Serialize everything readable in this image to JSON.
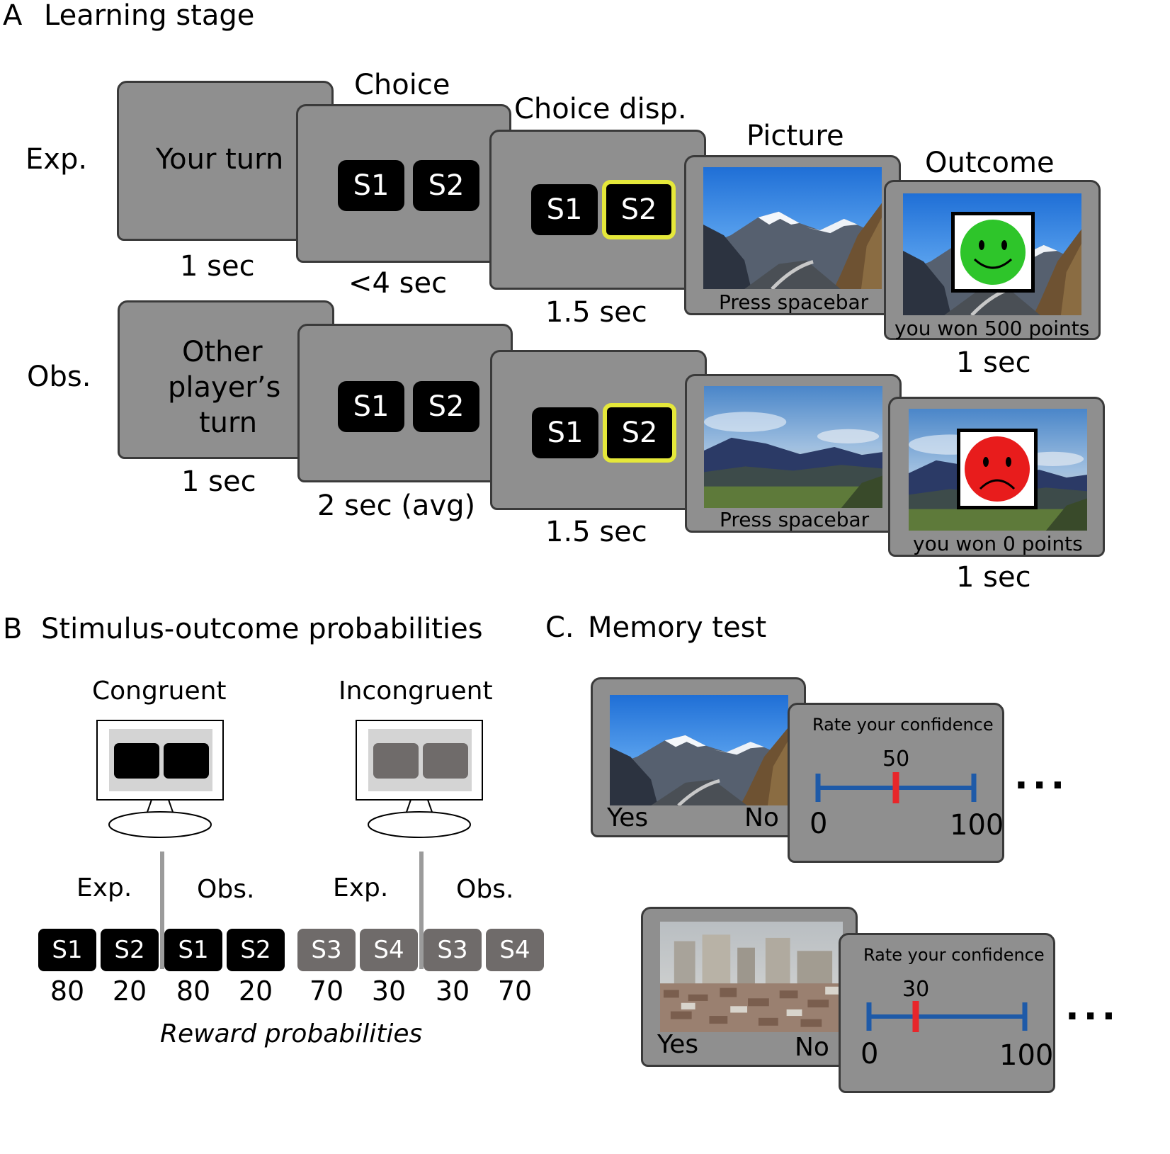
{
  "panels": {
    "a": {
      "letter": "A",
      "title": "Learning stage"
    },
    "b": {
      "letter": "B",
      "title": "Stimulus-outcome probabilities"
    },
    "c": {
      "letter": "C.",
      "title": "Memory test"
    }
  },
  "learning": {
    "row_labels": {
      "exp": "Exp.",
      "obs": "Obs."
    },
    "stage_titles": {
      "choice": "Choice",
      "choice_display": "Choice disp.",
      "picture": "Picture",
      "outcome": "Outcome"
    },
    "exp": {
      "turn_text": "Your turn",
      "stimuli": [
        "S1",
        "S2"
      ],
      "selected": "S2",
      "picture_prompt": "Press spacebar",
      "outcome_text": "you won 500 points",
      "outcome_face": "happy",
      "durations": [
        "1 sec",
        "<4 sec",
        "1.5 sec",
        "1 sec"
      ]
    },
    "obs": {
      "turn_lines": [
        "Other",
        "player’s",
        "turn"
      ],
      "stimuli": [
        "S1",
        "S2"
      ],
      "selected": "S2",
      "picture_prompt": "Press spacebar",
      "outcome_text": "you won 0 points",
      "outcome_face": "sad",
      "durations": [
        "1 sec",
        "2 sec (avg)",
        "1.5 sec",
        "1 sec"
      ]
    }
  },
  "probabilities": {
    "conditions": [
      {
        "name": "Congruent",
        "stim_color": "#000000",
        "groups": [
          {
            "label": "Exp.",
            "stimuli": [
              "S1",
              "S2"
            ],
            "values": [
              80,
              20
            ]
          },
          {
            "label": "Obs.",
            "stimuli": [
              "S1",
              "S2"
            ],
            "values": [
              80,
              20
            ]
          }
        ]
      },
      {
        "name": "Incongruent",
        "stim_color": "#6f6b6a",
        "groups": [
          {
            "label": "Exp.",
            "stimuli": [
              "S3",
              "S4"
            ],
            "values": [
              70,
              30
            ]
          },
          {
            "label": "Obs.",
            "stimuli": [
              "S3",
              "S4"
            ],
            "values": [
              30,
              70
            ]
          }
        ]
      }
    ],
    "caption": "Reward probabilities"
  },
  "memory_test": {
    "trials": [
      {
        "yes": "Yes",
        "no": "No",
        "prompt": "Rate your confidence",
        "min": 0,
        "max": 100,
        "value": 50,
        "continuation": "..."
      },
      {
        "yes": "Yes",
        "no": "No",
        "prompt": "Rate your confidence",
        "min": 0,
        "max": 100,
        "value": 30,
        "continuation": "..."
      }
    ]
  },
  "colors": {
    "screen": "#8f8f8f",
    "highlight": "#e5e83a",
    "scale_line": "#1e5aa8",
    "scale_marker": "#e8262a",
    "happy": "#2ec52a",
    "sad": "#e81c1c"
  }
}
